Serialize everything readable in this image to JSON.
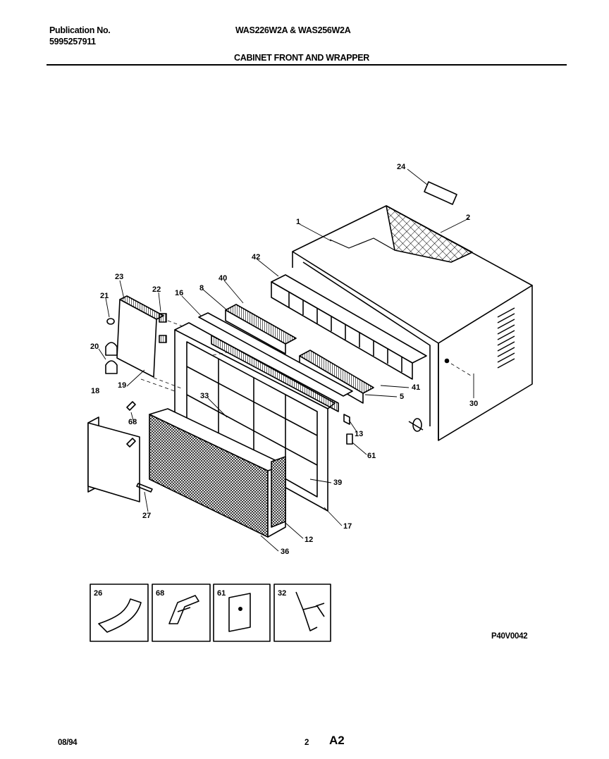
{
  "header": {
    "publication_label": "Publication No.",
    "publication_number": "5995257911",
    "models": "WAS226W2A & WAS256W2A",
    "section_title": "CABINET FRONT AND WRAPPER"
  },
  "diagram": {
    "callouts": {
      "c24": "24",
      "c1": "1",
      "c2": "2",
      "c42": "42",
      "c23": "23",
      "c22": "22",
      "c16": "16",
      "c8": "8",
      "c40": "40",
      "c21": "21",
      "c20": "20",
      "c19": "19",
      "c41": "41",
      "c5": "5",
      "c30": "30",
      "c18": "18",
      "c33": "33",
      "c13": "13",
      "c68": "68",
      "c61": "61",
      "c39": "39",
      "c27": "27",
      "c17": "17",
      "c12": "12",
      "c36": "36"
    },
    "inset_labels": [
      "26",
      "68",
      "61",
      "32"
    ]
  },
  "drawing_code": "P40V0042",
  "footer": {
    "date": "08/94",
    "page": "2",
    "revision": "A2"
  }
}
